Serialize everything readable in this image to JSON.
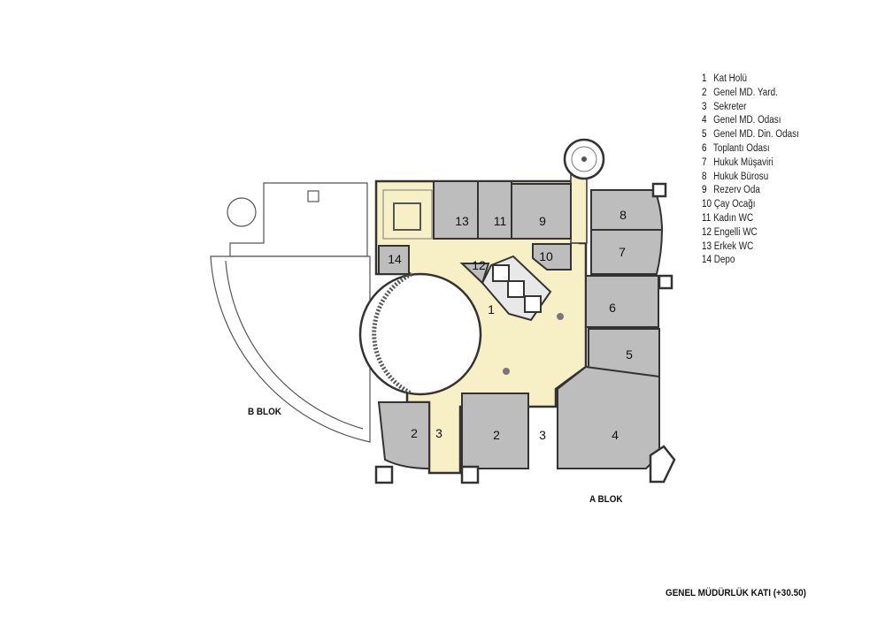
{
  "legend": [
    {
      "num": "1",
      "label": "Kat Holü"
    },
    {
      "num": "2",
      "label": "Genel MD. Yard."
    },
    {
      "num": "3",
      "label": "Sekreter"
    },
    {
      "num": "4",
      "label": "Genel MD. Odası"
    },
    {
      "num": "5",
      "label": "Genel MD. Din. Odası"
    },
    {
      "num": "6",
      "label": "Toplantı Odası"
    },
    {
      "num": "7",
      "label": "Hukuk Müşaviri"
    },
    {
      "num": "8",
      "label": "Hukuk Bürosu"
    },
    {
      "num": "9",
      "label": "Rezerv Oda"
    },
    {
      "num": "10",
      "label": "Çay Ocağı"
    },
    {
      "num": "11",
      "label": "Kadın WC"
    },
    {
      "num": "12",
      "label": "Engelli WC"
    },
    {
      "num": "13",
      "label": "Erkek WC"
    },
    {
      "num": "14",
      "label": "Depo"
    }
  ],
  "room_labels": {
    "r1": "1",
    "r2a": "2",
    "r2b": "2",
    "r3a": "3",
    "r3b": "3",
    "r4": "4",
    "r5": "5",
    "r6": "6",
    "r7": "7",
    "r8": "8",
    "r9": "9",
    "r10": "10",
    "r11": "11",
    "r12": "12",
    "r13": "13",
    "r14": "14"
  },
  "blocks": {
    "b": "B BLOK",
    "a": "A BLOK"
  },
  "title": "GENEL MÜDÜRLÜK KATI (+30.50)",
  "colors": {
    "hall": "#f7efc6",
    "room": "#bdbdbd",
    "wall": "#333333"
  }
}
